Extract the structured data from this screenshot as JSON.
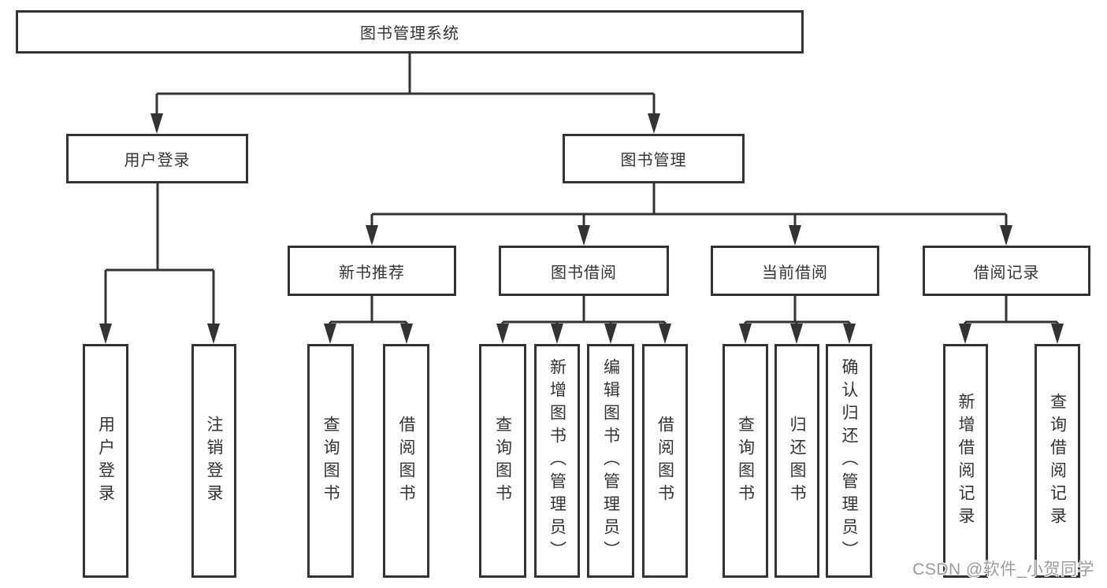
{
  "colors": {
    "background": "#ffffff",
    "line": "#333333",
    "box_border": "#333333",
    "text": "#333333",
    "watermark": "#9c9c9c"
  },
  "tree": {
    "label": "图书管理系统",
    "children": [
      {
        "label": "用户登录",
        "children": [
          {
            "label": "用户登录"
          },
          {
            "label": "注销登录"
          }
        ]
      },
      {
        "label": "图书管理",
        "children": [
          {
            "label": "新书推荐",
            "children": [
              {
                "label": "查询图书"
              },
              {
                "label": "借阅图书"
              }
            ]
          },
          {
            "label": "图书借阅",
            "children": [
              {
                "label": "查询图书"
              },
              {
                "label": "新增图书（管理员）"
              },
              {
                "label": "编辑图书（管理员）"
              },
              {
                "label": "借阅图书"
              }
            ]
          },
          {
            "label": "当前借阅",
            "children": [
              {
                "label": "查询图书"
              },
              {
                "label": "归还图书"
              },
              {
                "label": "确认归还（管理员）"
              }
            ]
          },
          {
            "label": "借阅记录",
            "children": [
              {
                "label": "新增借阅记录"
              },
              {
                "label": "查询借阅记录"
              }
            ]
          }
        ]
      }
    ]
  },
  "watermark": {
    "text": "CSDN @软件_小贺同学"
  }
}
